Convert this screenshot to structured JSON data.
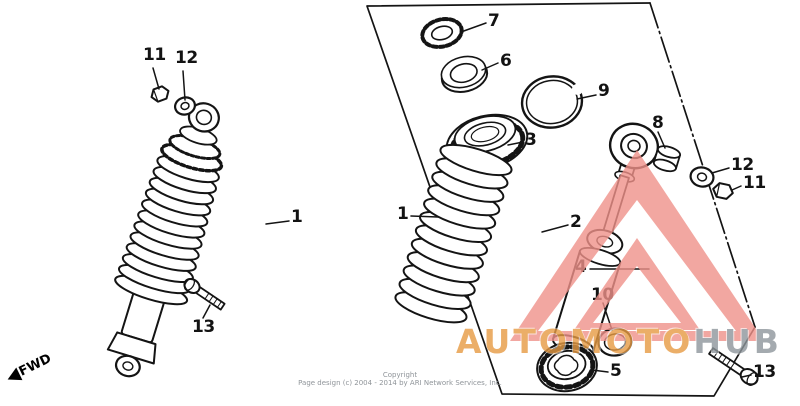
{
  "page": {
    "background": "#ffffff"
  },
  "diagram": {
    "type": "exploded-parts-diagram",
    "subject": "rear shock absorber",
    "callouts": [
      {
        "ref": "11"
      },
      {
        "ref": "12"
      },
      {
        "ref": "1"
      },
      {
        "ref": "13"
      },
      {
        "ref": "1"
      },
      {
        "ref": "7"
      },
      {
        "ref": "6"
      },
      {
        "ref": "9"
      },
      {
        "ref": "3"
      },
      {
        "ref": "2"
      },
      {
        "ref": "8"
      },
      {
        "ref": "12"
      },
      {
        "ref": "11"
      },
      {
        "ref": "4"
      },
      {
        "ref": "10"
      },
      {
        "ref": "5"
      },
      {
        "ref": "13"
      }
    ]
  },
  "orientation": {
    "fwd_label": "FWD"
  },
  "watermark": {
    "brand_left": "AUTOMOTO",
    "brand_right": "HUB",
    "triangle_color": "#f0928a",
    "text_left_color": "#e79a43",
    "text_right_color": "#8e969c"
  },
  "footer": {
    "line1": "Copyright",
    "line2": "Page design (c) 2004 - 2014 by ARI Network Services, Inc."
  }
}
